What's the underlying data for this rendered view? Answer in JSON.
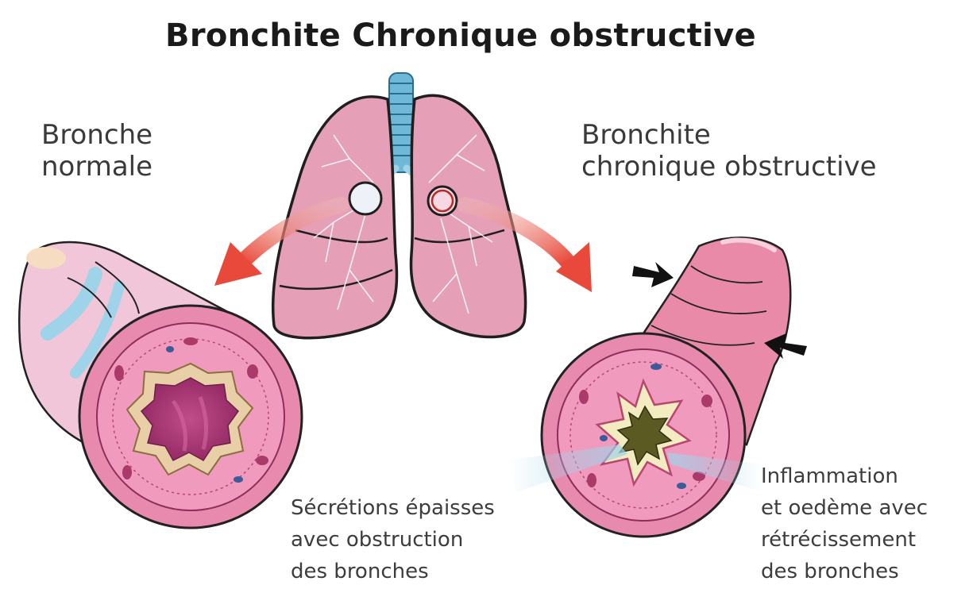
{
  "title": "Bronchite Chronique obstructive",
  "labels": {
    "normal": [
      "Bronche",
      "normale"
    ],
    "obstructive": [
      "Bronchite",
      "chronique obstructive"
    ]
  },
  "captions": {
    "secretions": [
      "Sécrétions épaisses",
      "avec obstruction",
      "des bronches"
    ],
    "inflammation": [
      "Inflammation",
      "et oedème avec",
      "rétrécissement",
      "des bronches"
    ]
  },
  "colors": {
    "lung_fill": "#e59fb6",
    "tissue_pink": "#e889ae",
    "lumen_dark": "#b03a78",
    "mucus": "#5a5a22",
    "arrow_red": "#e8493b",
    "highlight_blue": "#9fd3ea",
    "trachea_blue": "#6fb8d8"
  }
}
